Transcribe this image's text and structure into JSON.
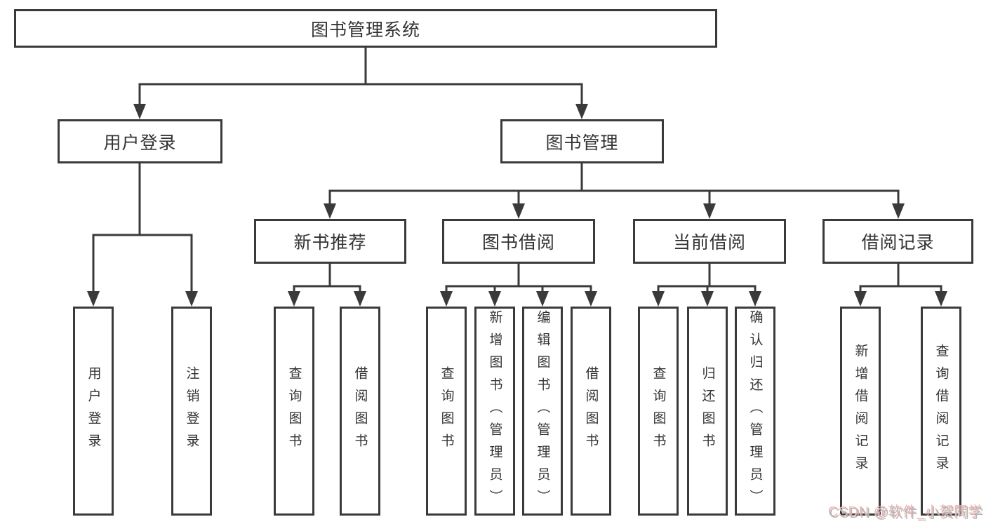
{
  "tree": {
    "label": "图书管理系统",
    "children": [
      {
        "label": "用户登录",
        "children": [
          {
            "label": "用户登录"
          },
          {
            "label": "注销登录"
          }
        ]
      },
      {
        "label": "图书管理",
        "children": [
          {
            "label": "新书推荐",
            "children": [
              {
                "label": "查询图书"
              },
              {
                "label": "借阅图书"
              }
            ]
          },
          {
            "label": "图书借阅",
            "children": [
              {
                "label": "查询图书"
              },
              {
                "label": "新增图书（管理员）"
              },
              {
                "label": "编辑图书（管理员）"
              },
              {
                "label": "借阅图书"
              }
            ]
          },
          {
            "label": "当前借阅",
            "children": [
              {
                "label": "查询图书"
              },
              {
                "label": "归还图书"
              },
              {
                "label": "确认归还（管理员）"
              }
            ]
          },
          {
            "label": "借阅记录",
            "children": [
              {
                "label": "新增借阅记录"
              },
              {
                "label": "查询借阅记录"
              }
            ]
          }
        ]
      }
    ]
  },
  "watermark": {
    "text": "CSDN @软件_小贺同学"
  },
  "colors": {
    "line": "#3a3a3a",
    "text": "#333333",
    "box_bg": "#ffffff",
    "watermark": "#b3b6ba",
    "watermark_shadow": "#f3b4ac"
  }
}
